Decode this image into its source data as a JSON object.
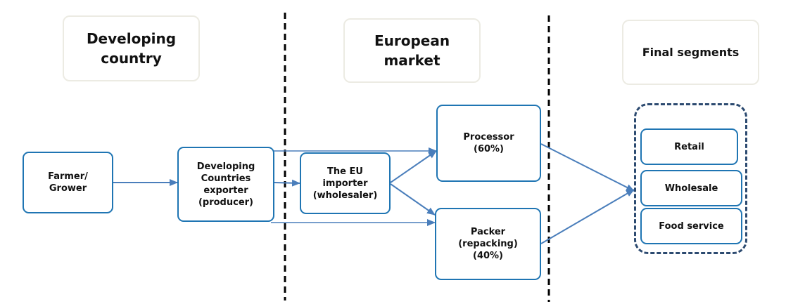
{
  "headers": {
    "developing_country": "Developing\ncountry",
    "european_market": "European\nmarket",
    "final_segments": "Final segments"
  },
  "nodes": {
    "farmer": "Farmer/\nGrower",
    "exporter": "Developing\nCountries\nexporter\n(producer)",
    "importer": "The EU\nimporter\n(wholesaler)",
    "processor": "Processor\n(60%)",
    "packer": "Packer\n(repacking)\n(40%)",
    "retail": "Retail",
    "wholesale": "Wholesale",
    "food_service": "Food service"
  },
  "colors": {
    "node_border": "#1f75b3",
    "arrow": "#4a7ebb",
    "header_border": "#ecebe3",
    "group_border": "#2c4a70",
    "divider": "#000000"
  }
}
